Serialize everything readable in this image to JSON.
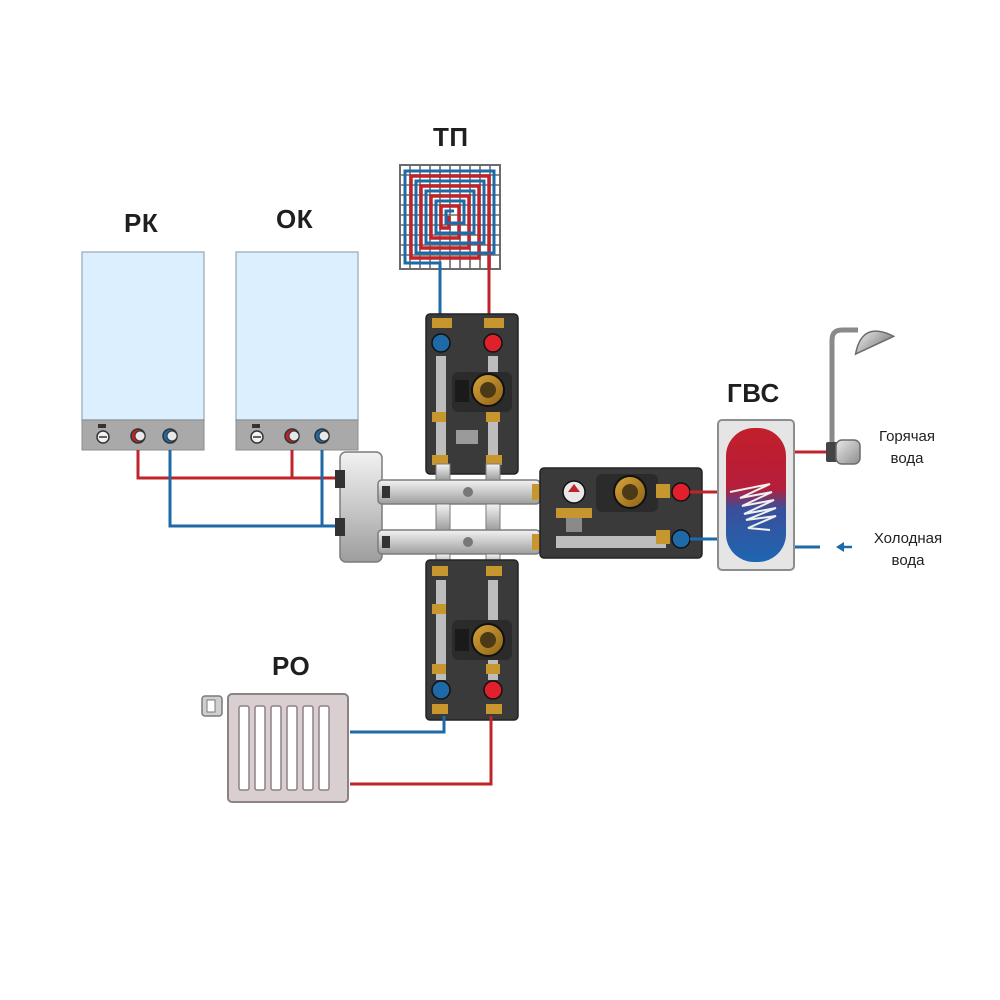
{
  "labels": {
    "rk": "РК",
    "ok": "ОК",
    "tp": "ТП",
    "ro": "РО",
    "gvs": "ГВС",
    "hot_water_line1": "Горячая",
    "hot_water_line2": "вода",
    "cold_water_line1": "Холодная",
    "cold_water_line2": "вода"
  },
  "colors": {
    "hot_pipe": "#c0242b",
    "cold_pipe": "#1e6aa8",
    "boiler_panel": "#dcefff",
    "pump_unit": "#3a3a3a",
    "manifold": "#cfcfcf",
    "radiator": "#d9cfd1",
    "fitting": "#c8962e"
  },
  "icons": {
    "shower": "shower-icon",
    "mixer": "mixer-tap-icon",
    "cold_arrow": "arrow-left-icon"
  }
}
